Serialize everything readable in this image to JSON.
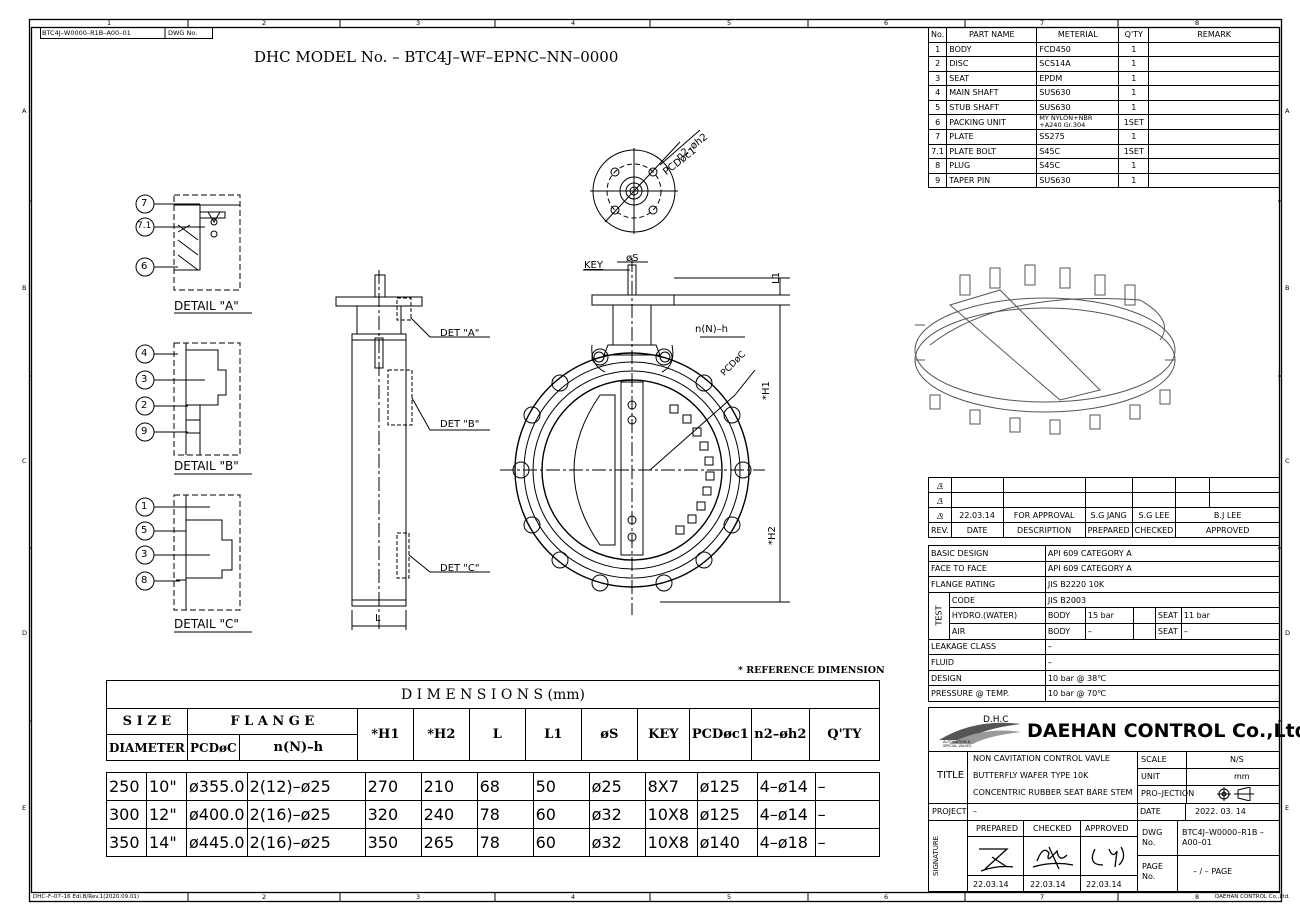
{
  "title": "DHC MODEL No. – BTC4J–WF–EPNC–NN–0000",
  "corner_dwg": {
    "label": "DWG No.",
    "value": "BTC4J–W0000–R1B–A00–01"
  },
  "footer": {
    "form": "DHC–F–07–16 Edi.B/Rev.1(2020.09.01)",
    "company": "DAEHAN CONTROL Co.,Ltd."
  },
  "grid": {
    "cols": [
      "1",
      "2",
      "3",
      "4",
      "5",
      "6",
      "7",
      "8"
    ],
    "rows": [
      "A",
      "B",
      "C",
      "D",
      "E"
    ]
  },
  "callouts": {
    "detail_a_labels": [
      "7",
      "7.1",
      "6"
    ],
    "detail_b_labels": [
      "4",
      "3",
      "2",
      "9"
    ],
    "detail_c_labels": [
      "1",
      "5",
      "3",
      "8"
    ],
    "detail_a": "DETAIL \"A\"",
    "detail_b": "DETAIL \"B\"",
    "detail_c": "DETAIL \"C\"",
    "det_a": "DET \"A\"",
    "det_b": "DET \"B\"",
    "det_c": "DET \"C\"",
    "dim_l": "L",
    "key": "KEY",
    "os": "øS",
    "l1": "L1",
    "h1": "*H1",
    "h2": "*H2",
    "nnh": "n(N)–h",
    "pcdc": "PCDøC",
    "n2h2": "n2–øh2",
    "pcdc1": "PCDøc1",
    "ref": "* REFERENCE DIMENSION"
  },
  "parts": {
    "headers": [
      "No.",
      "PART NAME",
      "METERIAL",
      "Q'TY",
      "REMARK"
    ],
    "rows": [
      [
        "1",
        "BODY",
        "FCD450",
        "1",
        ""
      ],
      [
        "2",
        "DISC",
        "SCS14A",
        "1",
        ""
      ],
      [
        "3",
        "SEAT",
        "EPDM",
        "1",
        ""
      ],
      [
        "4",
        "MAIN SHAFT",
        "SUS630",
        "1",
        ""
      ],
      [
        "5",
        "STUB SHAFT",
        "SUS630",
        "1",
        ""
      ],
      [
        "6",
        "PACKING UNIT",
        "MY NYLON+NBR +A240 Gr.304",
        "1SET",
        ""
      ],
      [
        "7",
        "PLATE",
        "SS275",
        "1",
        ""
      ],
      [
        "7.1",
        "PLATE BOLT",
        "S45C",
        "1SET",
        ""
      ],
      [
        "8",
        "PLUG",
        "S45C",
        "1",
        ""
      ],
      [
        "9",
        "TAPER PIN",
        "SUS630",
        "1",
        ""
      ]
    ]
  },
  "revisions": {
    "rows": [
      [
        "2",
        "",
        "",
        "",
        "",
        ""
      ],
      [
        "1",
        "",
        "",
        "",
        "",
        ""
      ],
      [
        "0",
        "22.03.14",
        "FOR APPROVAL",
        "S.G JANG",
        "S.G LEE",
        "B.J LEE"
      ]
    ],
    "headers": [
      "REV.",
      "DATE",
      "DESCRIPTION",
      "PREPARED",
      "CHECKED",
      "APPROVED"
    ]
  },
  "spec": {
    "basic_design": {
      "label": "BASIC DESIGN",
      "value": "API 609 CATEGORY A"
    },
    "face_to_face": {
      "label": "FACE TO FACE",
      "value": "API 609 CATEGORY A"
    },
    "flange_rating": {
      "label": "FLANGE RATING",
      "value": "JIS B2220 10K"
    },
    "test_label": "TEST",
    "code": {
      "label": "CODE",
      "value": "JIS B2003"
    },
    "hydro": {
      "label": "HYDRO.(WATER)",
      "body": "BODY",
      "body_v": "15 bar",
      "seat": "SEAT",
      "seat_v": "11 bar"
    },
    "air": {
      "label": "AIR",
      "body": "BODY",
      "body_v": "–",
      "seat": "SEAT",
      "seat_v": "–"
    },
    "leakage": {
      "label": "LEAKAGE CLASS",
      "value": "–"
    },
    "fluid": {
      "label": "FLUID",
      "value": "–"
    },
    "design": {
      "label": "DESIGN",
      "value": "10 bar @ 38℃"
    },
    "pressure": {
      "label": "PRESSURE @ TEMP.",
      "value": "10 bar @ 70℃"
    }
  },
  "title_block": {
    "logo_small": "D.H.C",
    "logo_tag": "AUTOMATION & SPECIAL VALVES",
    "company": "DAEHAN CONTROL Co.,Ltd.",
    "title_label": "TITLE",
    "title_lines": [
      "NON CAVITATION CONTROL VAVLE",
      "BUTTERFLY WAFER TYPE 10K",
      "CONCENTRIC RUBBER SEAT BARE STEM"
    ],
    "scale": {
      "label": "SCALE",
      "value": "N/S"
    },
    "unit": {
      "label": "UNIT",
      "value": "mm"
    },
    "projection": {
      "label": "PRO–JECTION"
    },
    "project": {
      "label": "PROJECT",
      "value": "–"
    },
    "date": {
      "label": "DATE",
      "value": "2022. 03. 14"
    },
    "signature_label": "SIGNATURE",
    "sig_headers": [
      "PREPARED",
      "CHECKED",
      "APPROVED"
    ],
    "sig_dates": [
      "22.03.14",
      "22.03.14",
      "22.03.14"
    ],
    "dwg": {
      "label": "DWG No.",
      "value": "BTC4J–W0000–R1B –A00–01"
    },
    "page": {
      "label": "PAGE No.",
      "value": "– / –  PAGE"
    }
  },
  "dimensions": {
    "title": "D I M E N S I O N S (mm)",
    "h_size": "S I Z E",
    "h_diameter": "DIAMETER",
    "h_flange": "F L A N G E",
    "h_pcdc": "PCDøC",
    "h_nnh": "n(N)–h",
    "h_cols": [
      "*H1",
      "*H2",
      "L",
      "L1",
      "øS",
      "KEY",
      "PCDøc1",
      "n2–øh2"
    ],
    "h_qty": "Q'TY",
    "rows": [
      [
        "250",
        "10\"",
        "ø355.0",
        "2(12)–ø25",
        "270",
        "210",
        "68",
        "50",
        "ø25",
        "8X7",
        "ø125",
        "4–ø14",
        "–"
      ],
      [
        "300",
        "12\"",
        "ø400.0",
        "2(16)–ø25",
        "320",
        "240",
        "78",
        "60",
        "ø32",
        "10X8",
        "ø125",
        "4–ø14",
        "–"
      ],
      [
        "350",
        "14\"",
        "ø445.0",
        "2(16)–ø25",
        "350",
        "265",
        "78",
        "60",
        "ø32",
        "10X8",
        "ø140",
        "4–ø18",
        "–"
      ]
    ]
  }
}
